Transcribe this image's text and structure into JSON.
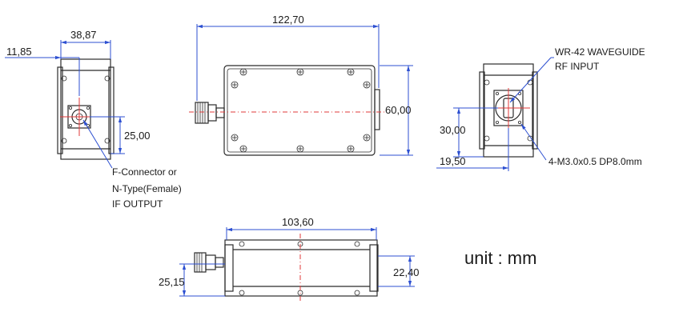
{
  "dimensions": {
    "side_width": "38,87",
    "side_offset": "11,85",
    "side_connector_height": "25,00",
    "top_length": "122,70",
    "top_height": "60,00",
    "waveguide_height": "30,00",
    "waveguide_offset": "19,50",
    "bottom_length": "103,60",
    "bottom_connector_height": "25,15",
    "bottom_body_height": "22,40"
  },
  "labels": {
    "if_output_line1": "F-Connector or",
    "if_output_line2": "N-Type(Female)",
    "if_output_line3": "IF OUTPUT",
    "rf_input_line1": "WR-42 WAVEGUIDE",
    "rf_input_line2": "RF INPUT",
    "mount_holes": "4-M3.0x0.5 DP8.0mm"
  },
  "unit_note": "unit : mm",
  "colors": {
    "dimension_lines": "#2c4fd1",
    "center_lines": "#e23a3a",
    "outline": "#2b2b2b"
  }
}
